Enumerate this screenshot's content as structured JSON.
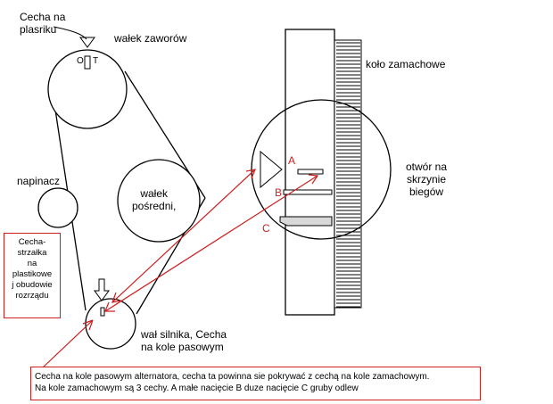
{
  "labels": {
    "cecha_plastik": "Cecha na\nplasriku",
    "walek_zaworow": "wałek zaworów",
    "kolo_zamachowe": "koło zamachowe",
    "otwor": "otwór na\nskrzynie\nbiegów",
    "napinacz": "napinacz",
    "walek_posredni": "wałek\npośredni,",
    "wal_silnika": "wał silnika, Cecha\nna kole pasowym",
    "mark_O": "O",
    "mark_T": "T",
    "letter_A": "A",
    "letter_B": "B",
    "letter_C": "C"
  },
  "notes": {
    "side": "Cecha-\nstrzałka\nna\nplastikowe\nj obudowie\nrozrządu",
    "bottom": "Cecha na kole pasowym alternatora, cecha ta powinna sie pokrywać z cechą na kole zamachowym.\nNa kole zamachowym są 3 cechy. A małe nacięcie B duze nacięcie C gruby odlew"
  },
  "colors": {
    "line": "#000000",
    "accent": "#cc2020",
    "fill_gray": "#d8d8d8"
  }
}
